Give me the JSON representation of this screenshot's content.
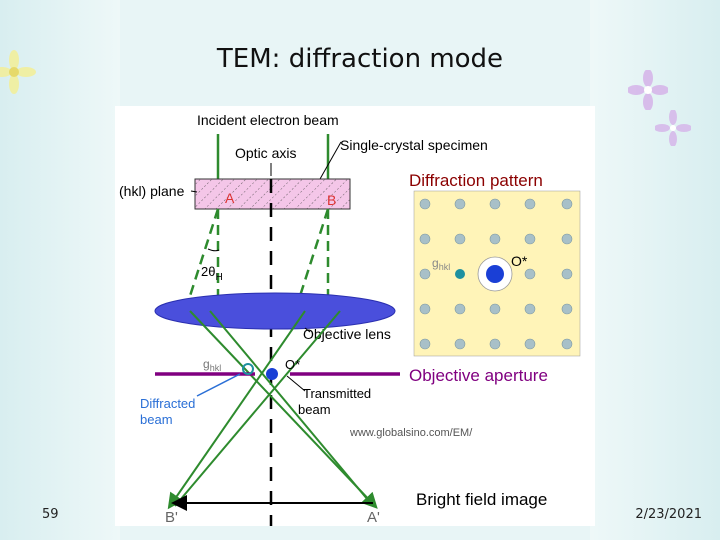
{
  "slide": {
    "title": "TEM: diffraction mode",
    "number": "59",
    "date": "2/23/2021"
  },
  "diagram": {
    "incident_beam": "Incident electron beam",
    "optic_axis": "Optic axis",
    "specimen": "Single-crystal specimen",
    "plane": "(hkl) plane",
    "point_a": "A",
    "point_b": "B",
    "angle": "2θ",
    "angle_sub": "H",
    "objective_lens": "Objective lens",
    "ghkl_left": "g",
    "ghkl_left_sub": "hkl",
    "origin_left": "O*",
    "transmitted_beam_1": "Transmitted",
    "transmitted_beam_2": "beam",
    "diffracted_beam_1": "Diffracted",
    "diffracted_beam_2": "beam",
    "watermark": "www.globalsino.com/EM/",
    "point_b_image": "B'",
    "point_a_image": "A'",
    "diffraction_pattern": "Diffraction pattern",
    "ghkl_pattern": "g",
    "ghkl_pattern_sub": "hkl",
    "origin_pattern": "O*",
    "objective_aperture": "Objective aperture",
    "bright_field_image": "Bright field image"
  },
  "colors": {
    "beam_green": "#2e8b2e",
    "aperture_purple": "#800080",
    "lens_blue": "#4a4fdc",
    "specimen_pink": "#f4c6e8",
    "pattern_bg": "#fff4b8",
    "spot_gray": "#a8c0c8",
    "dark_red": "#8b0000",
    "spot_blue": "#1a3fd6",
    "spot_teal": "#1e90a0"
  }
}
